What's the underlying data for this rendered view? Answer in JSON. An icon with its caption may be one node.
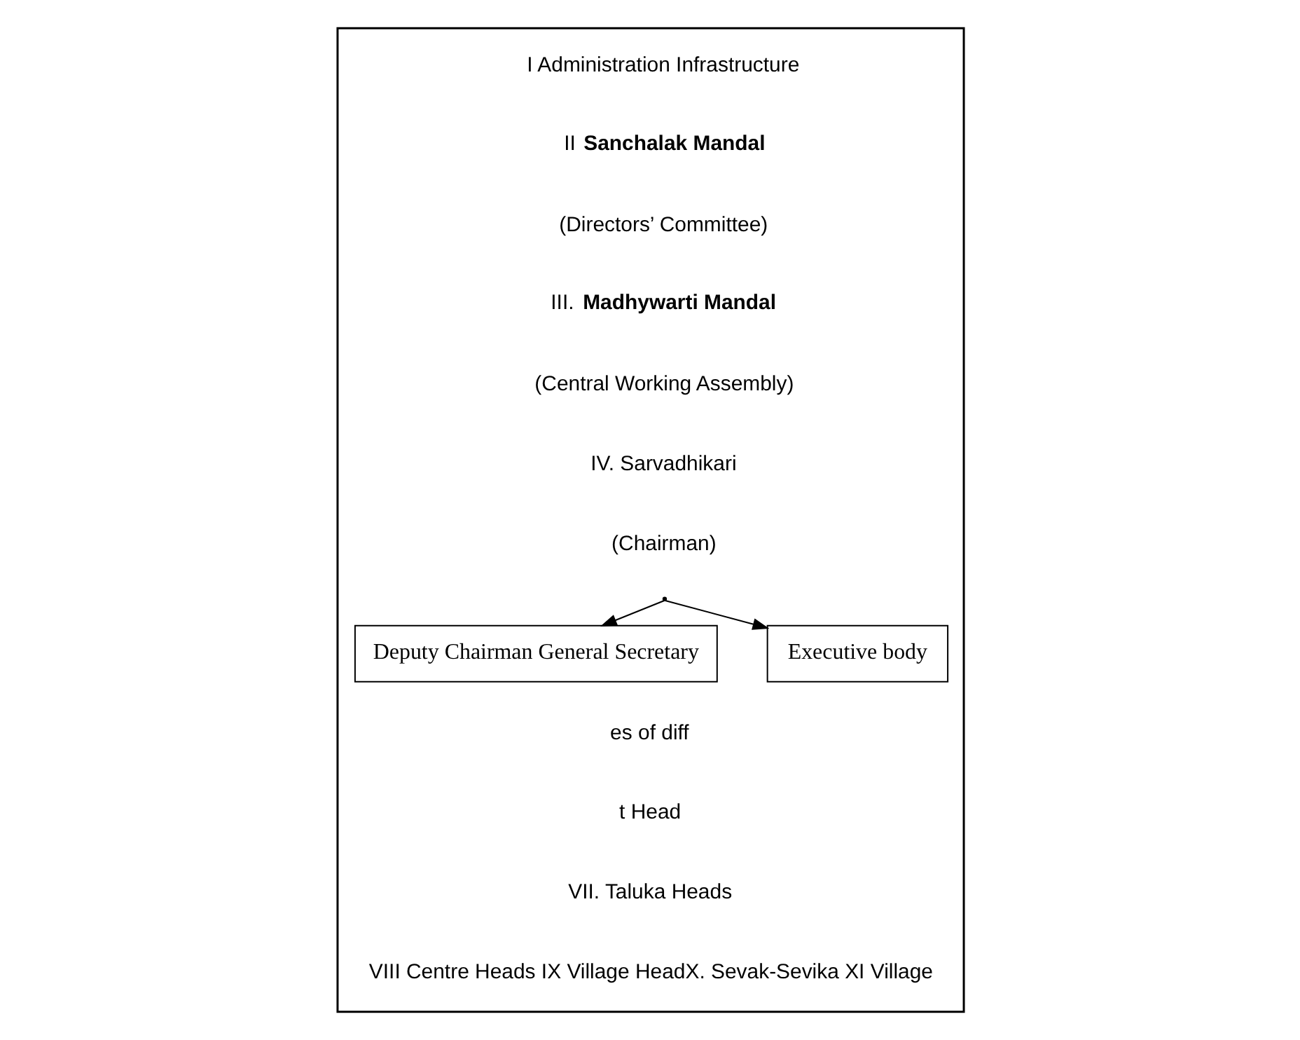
{
  "diagram": {
    "nodes": [
      {
        "text": [],
        "shape": "box"
      },
      {
        "text": [],
        "shape": "point",
        "in": 0
      },
      {
        "text": [
          "Deputy Chairman General Secretary"
        ],
        "in": 0
      },
      {
        "text": [
          "Executive body"
        ],
        "in": 0
      }
    ],
    "edges": [
      {
        "from": 1,
        "to": 2,
        "arrow": "to"
      },
      {
        "from": 1,
        "to": 3,
        "arrow": "to"
      }
    ],
    "labels": [
      "I Administration Infrastructure",
      "II **Sanchalak Mandal**",
      "(Directors’ Committee)",
      "III. **Madhywarti Mandal**",
      "(Central Working Assembly)",
      "IV. Sarvadhikari",
      "(Chairman)",
      "es of diff",
      "t Head",
      "VII. Taluka Heads",
      "VIII Centre Heads IX Village HeadX. Sevak-Sevika XI Village"
    ]
  }
}
